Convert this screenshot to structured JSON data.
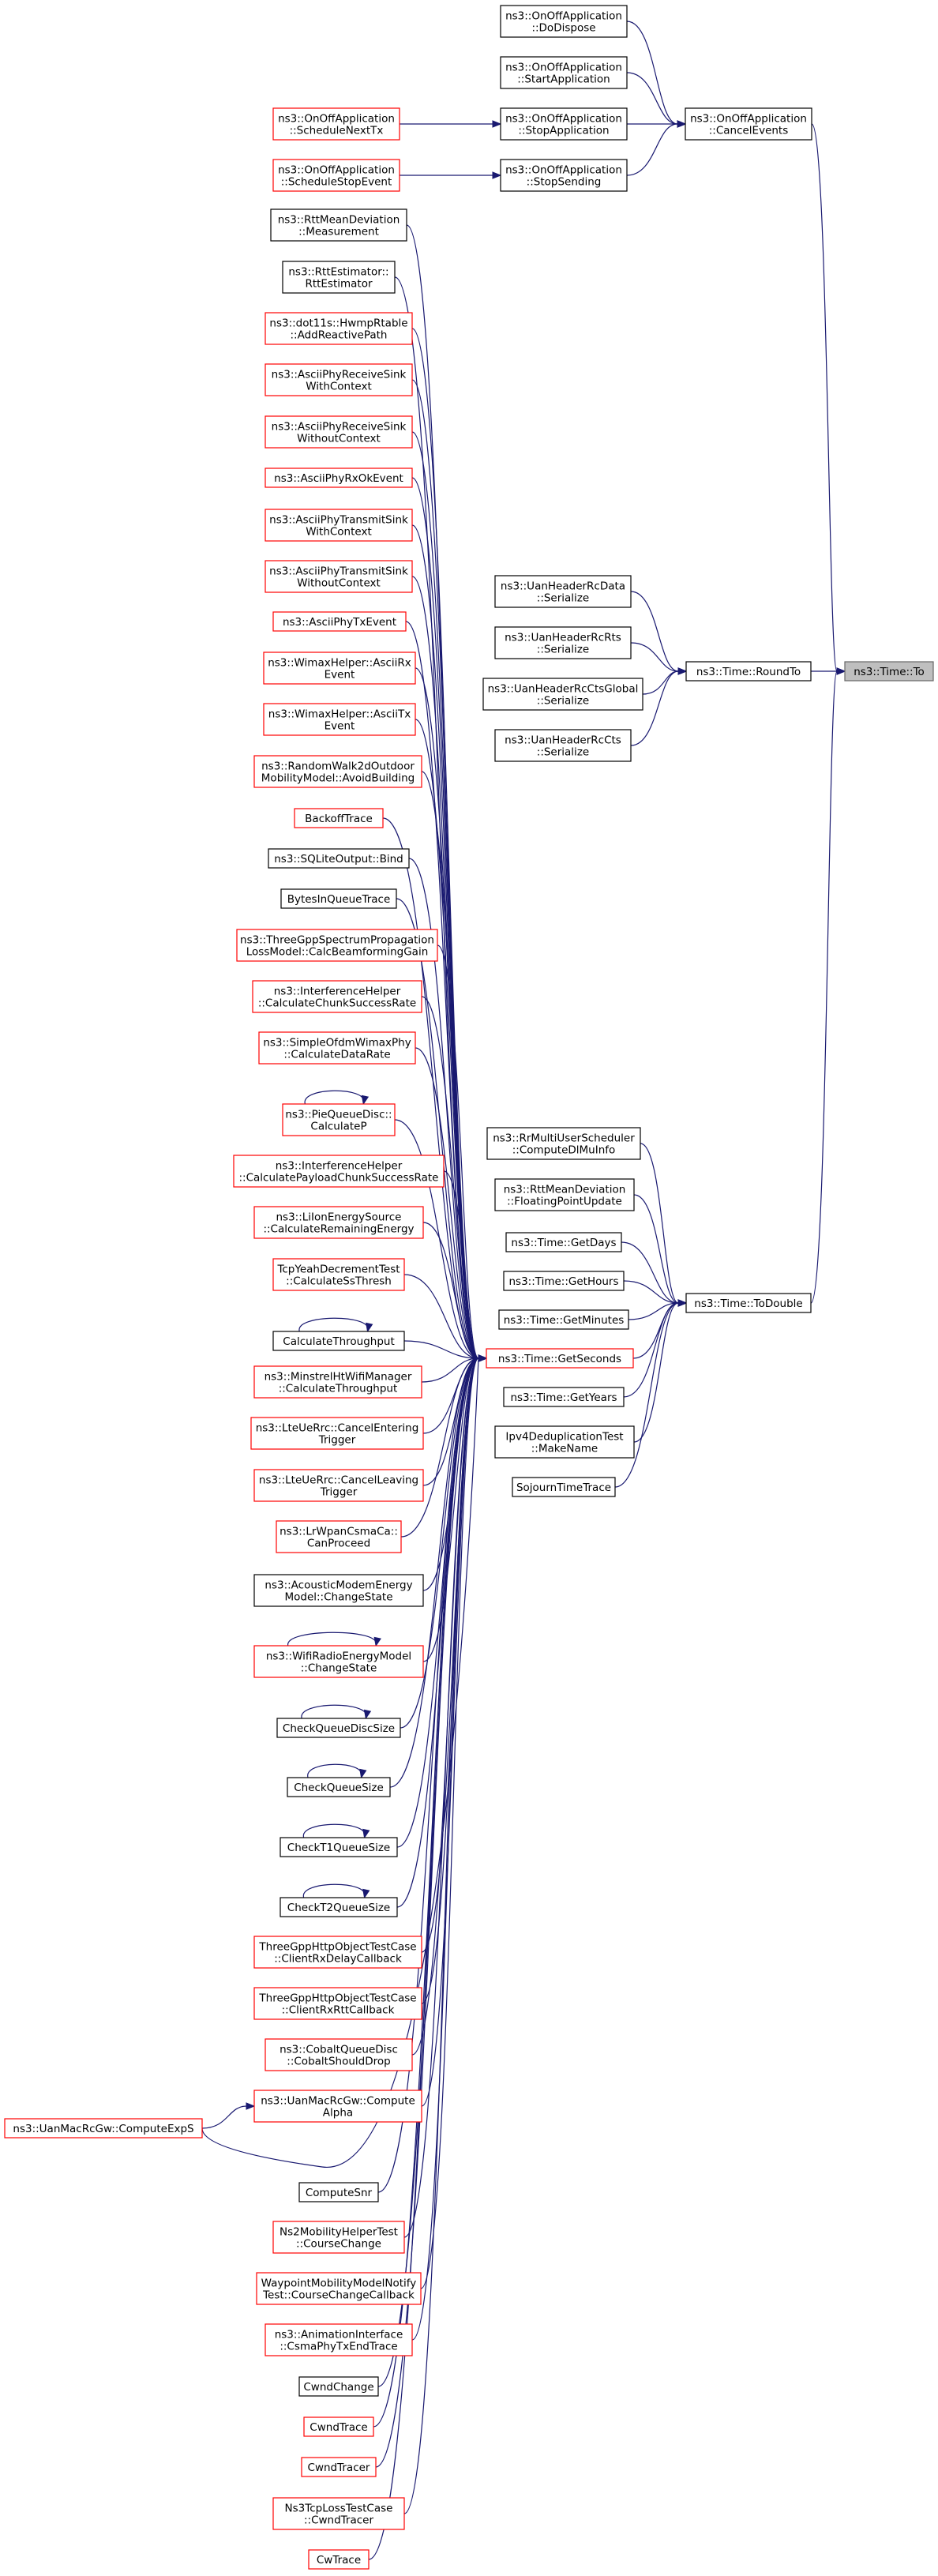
{
  "colors": {
    "edge": "#191970",
    "border_documented": "#000000",
    "border_undocumented": "#ff0000",
    "focus_fill": "#bfbfbf",
    "node_fill": "#ffffff"
  },
  "nodes": [
    {
      "id": "to",
      "lines": [
        "ns3::Time::To"
      ],
      "style": "focus"
    },
    {
      "id": "cancelevents",
      "lines": [
        "ns3::OnOffApplication",
        "::CancelEvents"
      ],
      "style": "black"
    },
    {
      "id": "dodispose",
      "lines": [
        "ns3::OnOffApplication",
        "::DoDispose"
      ],
      "style": "black"
    },
    {
      "id": "startapp",
      "lines": [
        "ns3::OnOffApplication",
        "::StartApplication"
      ],
      "style": "black"
    },
    {
      "id": "stopapp",
      "lines": [
        "ns3::OnOffApplication",
        "::StopApplication"
      ],
      "style": "black"
    },
    {
      "id": "stopsending",
      "lines": [
        "ns3::OnOffApplication",
        "::StopSending"
      ],
      "style": "black"
    },
    {
      "id": "schednexttx",
      "lines": [
        "ns3::OnOffApplication",
        "::ScheduleNextTx"
      ],
      "style": "red"
    },
    {
      "id": "schedstopevent",
      "lines": [
        "ns3::OnOffApplication",
        "::ScheduleStopEvent"
      ],
      "style": "red"
    },
    {
      "id": "roundto",
      "lines": [
        "ns3::Time::RoundTo"
      ],
      "style": "black"
    },
    {
      "id": "uanrcdata",
      "lines": [
        "ns3::UanHeaderRcData",
        "::Serialize"
      ],
      "style": "black"
    },
    {
      "id": "uanrcrts",
      "lines": [
        "ns3::UanHeaderRcRts",
        "::Serialize"
      ],
      "style": "black"
    },
    {
      "id": "uanrcctsglobal",
      "lines": [
        "ns3::UanHeaderRcCtsGlobal",
        "::Serialize"
      ],
      "style": "black"
    },
    {
      "id": "uanrccts",
      "lines": [
        "ns3::UanHeaderRcCts",
        "::Serialize"
      ],
      "style": "black"
    },
    {
      "id": "todouble",
      "lines": [
        "ns3::Time::ToDouble"
      ],
      "style": "black"
    },
    {
      "id": "rrmulti",
      "lines": [
        "ns3::RrMultiUserScheduler",
        "::ComputeDlMuInfo"
      ],
      "style": "black"
    },
    {
      "id": "rttfloating",
      "lines": [
        "ns3::RttMeanDeviation",
        "::FloatingPointUpdate"
      ],
      "style": "black"
    },
    {
      "id": "getdays",
      "lines": [
        "ns3::Time::GetDays"
      ],
      "style": "black"
    },
    {
      "id": "gethours",
      "lines": [
        "ns3::Time::GetHours"
      ],
      "style": "black"
    },
    {
      "id": "getminutes",
      "lines": [
        "ns3::Time::GetMinutes"
      ],
      "style": "black"
    },
    {
      "id": "getseconds",
      "lines": [
        "ns3::Time::GetSeconds"
      ],
      "style": "red"
    },
    {
      "id": "getyears",
      "lines": [
        "ns3::Time::GetYears"
      ],
      "style": "black"
    },
    {
      "id": "ipv4dedup",
      "lines": [
        "Ipv4DeduplicationTest",
        "::MakeName"
      ],
      "style": "black"
    },
    {
      "id": "sojourn",
      "lines": [
        "SojournTimeTrace"
      ],
      "style": "black"
    },
    {
      "id": "rttmeasure",
      "lines": [
        "ns3::RttMeanDeviation",
        "::Measurement"
      ],
      "style": "black"
    },
    {
      "id": "rttestimator",
      "lines": [
        "ns3::RttEstimator::",
        "RttEstimator"
      ],
      "style": "black"
    },
    {
      "id": "hwmp",
      "lines": [
        "ns3::dot11s::HwmpRtable",
        "::AddReactivePath"
      ],
      "style": "red"
    },
    {
      "id": "asciirxsinkwith",
      "lines": [
        "ns3::AsciiPhyReceiveSink",
        "WithContext"
      ],
      "style": "red"
    },
    {
      "id": "asciirxsinkwithout",
      "lines": [
        "ns3::AsciiPhyReceiveSink",
        "WithoutContext"
      ],
      "style": "red"
    },
    {
      "id": "asciirxok",
      "lines": [
        "ns3::AsciiPhyRxOkEvent"
      ],
      "style": "red"
    },
    {
      "id": "asciitxsinkwith",
      "lines": [
        "ns3::AsciiPhyTransmitSink",
        "WithContext"
      ],
      "style": "red"
    },
    {
      "id": "asciitxsinkwithout",
      "lines": [
        "ns3::AsciiPhyTransmitSink",
        "WithoutContext"
      ],
      "style": "red"
    },
    {
      "id": "asciitxevent",
      "lines": [
        "ns3::AsciiPhyTxEvent"
      ],
      "style": "red"
    },
    {
      "id": "wimaxrx",
      "lines": [
        "ns3::WimaxHelper::AsciiRx",
        "Event"
      ],
      "style": "red"
    },
    {
      "id": "wimaxtx",
      "lines": [
        "ns3::WimaxHelper::AsciiTx",
        "Event"
      ],
      "style": "red"
    },
    {
      "id": "randomwalk",
      "lines": [
        "ns3::RandomWalk2dOutdoor",
        "MobilityModel::AvoidBuilding"
      ],
      "style": "red"
    },
    {
      "id": "backoff",
      "lines": [
        "BackoffTrace"
      ],
      "style": "red"
    },
    {
      "id": "sqlite",
      "lines": [
        "ns3::SQLiteOutput::Bind"
      ],
      "style": "black"
    },
    {
      "id": "bytesinqueue",
      "lines": [
        "BytesInQueueTrace"
      ],
      "style": "black"
    },
    {
      "id": "threegppspectrum",
      "lines": [
        "ns3::ThreeGppSpectrumPropagation",
        "LossModel::CalcBeamformingGain"
      ],
      "style": "red"
    },
    {
      "id": "interfchunk",
      "lines": [
        "ns3::InterferenceHelper",
        "::CalculateChunkSuccessRate"
      ],
      "style": "red"
    },
    {
      "id": "simpleofdm",
      "lines": [
        "ns3::SimpleOfdmWimaxPhy",
        "::CalculateDataRate"
      ],
      "style": "red"
    },
    {
      "id": "piequeue",
      "lines": [
        "ns3::PieQueueDisc::",
        "CalculateP"
      ],
      "style": "red"
    },
    {
      "id": "interfpayload",
      "lines": [
        "ns3::InterferenceHelper",
        "::CalculatePayloadChunkSuccessRate"
      ],
      "style": "red"
    },
    {
      "id": "liion",
      "lines": [
        "ns3::LiIonEnergySource",
        "::CalculateRemainingEnergy"
      ],
      "style": "red"
    },
    {
      "id": "tcpyeah",
      "lines": [
        "TcpYeahDecrementTest",
        "::CalculateSsThresh"
      ],
      "style": "red"
    },
    {
      "id": "calcthroughput",
      "lines": [
        "CalculateThroughput"
      ],
      "style": "black"
    },
    {
      "id": "minstrel",
      "lines": [
        "ns3::MinstrelHtWifiManager",
        "::CalculateThroughput"
      ],
      "style": "red"
    },
    {
      "id": "lteentering",
      "lines": [
        "ns3::LteUeRrc::CancelEntering",
        "Trigger"
      ],
      "style": "red"
    },
    {
      "id": "lteleaving",
      "lines": [
        "ns3::LteUeRrc::CancelLeaving",
        "Trigger"
      ],
      "style": "red"
    },
    {
      "id": "lrwpan",
      "lines": [
        "ns3::LrWpanCsmaCa::",
        "CanProceed"
      ],
      "style": "red"
    },
    {
      "id": "acoustic",
      "lines": [
        "ns3::AcousticModemEnergy",
        "Model::ChangeState"
      ],
      "style": "black"
    },
    {
      "id": "wifiradio",
      "lines": [
        "ns3::WifiRadioEnergyModel",
        "::ChangeState"
      ],
      "style": "red"
    },
    {
      "id": "checkqueuedisc",
      "lines": [
        "CheckQueueDiscSize"
      ],
      "style": "black"
    },
    {
      "id": "checkqueue",
      "lines": [
        "CheckQueueSize"
      ],
      "style": "black"
    },
    {
      "id": "checkt1",
      "lines": [
        "CheckT1QueueSize"
      ],
      "style": "black"
    },
    {
      "id": "checkt2",
      "lines": [
        "CheckT2QueueSize"
      ],
      "style": "black"
    },
    {
      "id": "threegpprxdelay",
      "lines": [
        "ThreeGppHttpObjectTestCase",
        "::ClientRxDelayCallback"
      ],
      "style": "red"
    },
    {
      "id": "threegpprxrtt",
      "lines": [
        "ThreeGppHttpObjectTestCase",
        "::ClientRxRttCallback"
      ],
      "style": "red"
    },
    {
      "id": "cobalt",
      "lines": [
        "ns3::CobaltQueueDisc",
        "::CobaltShouldDrop"
      ],
      "style": "red"
    },
    {
      "id": "uancomputealpha",
      "lines": [
        "ns3::UanMacRcGw::Compute",
        "Alpha"
      ],
      "style": "red"
    },
    {
      "id": "uancomputeexp",
      "lines": [
        "ns3::UanMacRcGw::ComputeExpS"
      ],
      "style": "red"
    },
    {
      "id": "computesnr",
      "lines": [
        "ComputeSnr"
      ],
      "style": "black"
    },
    {
      "id": "ns2mobility",
      "lines": [
        "Ns2MobilityHelperTest",
        "::CourseChange"
      ],
      "style": "red"
    },
    {
      "id": "waypoint",
      "lines": [
        "WaypointMobilityModelNotify",
        "Test::CourseChangeCallback"
      ],
      "style": "red"
    },
    {
      "id": "animation",
      "lines": [
        "ns3::AnimationInterface",
        "::CsmaPhyTxEndTrace"
      ],
      "style": "red"
    },
    {
      "id": "cwndchange",
      "lines": [
        "CwndChange"
      ],
      "style": "black"
    },
    {
      "id": "cwndtrace",
      "lines": [
        "CwndTrace"
      ],
      "style": "red"
    },
    {
      "id": "cwndtracer",
      "lines": [
        "CwndTracer"
      ],
      "style": "red"
    },
    {
      "id": "ns3tcploss",
      "lines": [
        "Ns3TcpLossTestCase",
        "::CwndTracer"
      ],
      "style": "red"
    },
    {
      "id": "cwtrace",
      "lines": [
        "CwTrace"
      ],
      "style": "red"
    }
  ],
  "edges": [
    [
      "cancelevents",
      "to"
    ],
    [
      "dodispose",
      "cancelevents"
    ],
    [
      "startapp",
      "cancelevents"
    ],
    [
      "stopapp",
      "cancelevents"
    ],
    [
      "stopsending",
      "cancelevents"
    ],
    [
      "schednexttx",
      "stopapp"
    ],
    [
      "schedstopevent",
      "stopsending"
    ],
    [
      "roundto",
      "to"
    ],
    [
      "uanrcdata",
      "roundto"
    ],
    [
      "uanrcrts",
      "roundto"
    ],
    [
      "uanrcctsglobal",
      "roundto"
    ],
    [
      "uanrccts",
      "roundto"
    ],
    [
      "todouble",
      "to"
    ],
    [
      "rrmulti",
      "todouble"
    ],
    [
      "rttfloating",
      "todouble"
    ],
    [
      "getdays",
      "todouble"
    ],
    [
      "gethours",
      "todouble"
    ],
    [
      "getminutes",
      "todouble"
    ],
    [
      "getseconds",
      "todouble"
    ],
    [
      "getyears",
      "todouble"
    ],
    [
      "ipv4dedup",
      "todouble"
    ],
    [
      "sojourn",
      "todouble"
    ],
    [
      "rttmeasure",
      "getseconds"
    ],
    [
      "rttestimator",
      "getseconds"
    ],
    [
      "hwmp",
      "getseconds"
    ],
    [
      "asciirxsinkwith",
      "getseconds"
    ],
    [
      "asciirxsinkwithout",
      "getseconds"
    ],
    [
      "asciirxok",
      "getseconds"
    ],
    [
      "asciitxsinkwith",
      "getseconds"
    ],
    [
      "asciitxsinkwithout",
      "getseconds"
    ],
    [
      "asciitxevent",
      "getseconds"
    ],
    [
      "wimaxrx",
      "getseconds"
    ],
    [
      "wimaxtx",
      "getseconds"
    ],
    [
      "randomwalk",
      "getseconds"
    ],
    [
      "backoff",
      "getseconds"
    ],
    [
      "sqlite",
      "getseconds"
    ],
    [
      "bytesinqueue",
      "getseconds"
    ],
    [
      "threegppspectrum",
      "getseconds"
    ],
    [
      "interfchunk",
      "getseconds"
    ],
    [
      "simpleofdm",
      "getseconds"
    ],
    [
      "piequeue",
      "getseconds"
    ],
    [
      "interfpayload",
      "getseconds"
    ],
    [
      "liion",
      "getseconds"
    ],
    [
      "tcpyeah",
      "getseconds"
    ],
    [
      "calcthroughput",
      "getseconds"
    ],
    [
      "minstrel",
      "getseconds"
    ],
    [
      "lteentering",
      "getseconds"
    ],
    [
      "lteleaving",
      "getseconds"
    ],
    [
      "lrwpan",
      "getseconds"
    ],
    [
      "acoustic",
      "getseconds"
    ],
    [
      "wifiradio",
      "getseconds"
    ],
    [
      "checkqueuedisc",
      "getseconds"
    ],
    [
      "checkqueue",
      "getseconds"
    ],
    [
      "checkt1",
      "getseconds"
    ],
    [
      "checkt2",
      "getseconds"
    ],
    [
      "threegpprxdelay",
      "getseconds"
    ],
    [
      "threegpprxrtt",
      "getseconds"
    ],
    [
      "cobalt",
      "getseconds"
    ],
    [
      "uancomputealpha",
      "getseconds"
    ],
    [
      "uancomputeexp",
      "getseconds"
    ],
    [
      "uancomputeexp",
      "uancomputealpha"
    ],
    [
      "computesnr",
      "getseconds"
    ],
    [
      "ns2mobility",
      "getseconds"
    ],
    [
      "waypoint",
      "getseconds"
    ],
    [
      "animation",
      "getseconds"
    ],
    [
      "cwndchange",
      "getseconds"
    ],
    [
      "cwndtrace",
      "getseconds"
    ],
    [
      "cwndtracer",
      "getseconds"
    ],
    [
      "ns3tcploss",
      "getseconds"
    ],
    [
      "cwtrace",
      "getseconds"
    ],
    [
      "piequeue",
      "piequeue"
    ],
    [
      "calcthroughput",
      "calcthroughput"
    ],
    [
      "wifiradio",
      "wifiradio"
    ],
    [
      "checkqueuedisc",
      "checkqueuedisc"
    ],
    [
      "checkqueue",
      "checkqueue"
    ],
    [
      "checkt1",
      "checkt1"
    ],
    [
      "checkt2",
      "checkt2"
    ]
  ]
}
